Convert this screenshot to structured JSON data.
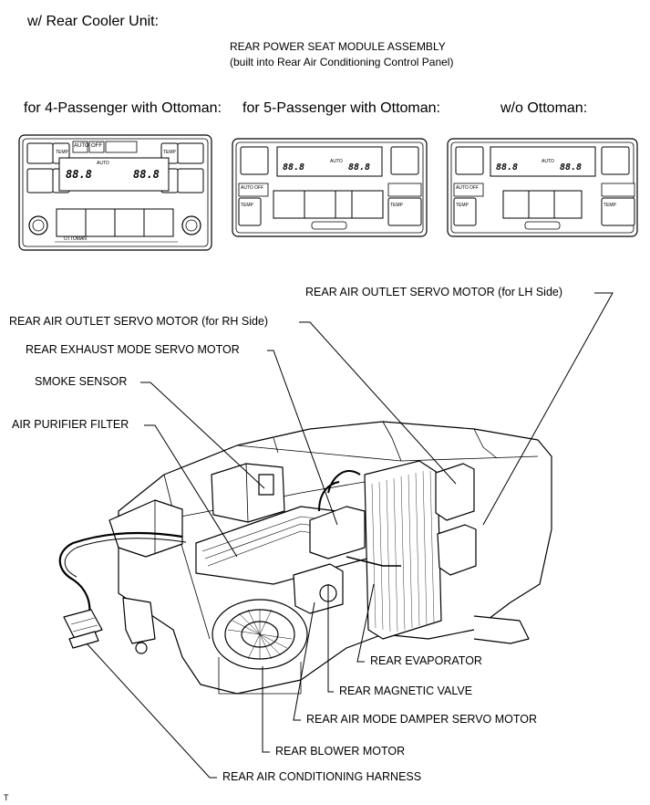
{
  "header": {
    "title": "w/ Rear Cooler Unit:",
    "assembly_name": "REAR POWER SEAT MODULE ASSEMBLY",
    "assembly_note": "(built into Rear Air Conditioning Control Panel)"
  },
  "panels": [
    {
      "caption": "for 4-Passenger with Ottoman:",
      "auto_label": "AUTO",
      "off_label": "OFF",
      "temp_label": "TEMP",
      "ottoman_label": "OTTOMAN",
      "lcd_left": "88.8",
      "lcd_right": "88.8",
      "lcd_auto": "AUTO"
    },
    {
      "caption": "for 5-Passenger with Ottoman:",
      "auto_label": "AUTO",
      "off_label": "OFF",
      "temp_label": "TEMP",
      "lcd_left": "88.8",
      "lcd_right": "88.8",
      "lcd_auto": "AUTO"
    },
    {
      "caption": "w/o Ottoman:",
      "auto_label": "AUTO",
      "off_label": "OFF",
      "temp_label": "TEMP",
      "lcd_left": "88.8",
      "lcd_right": "88.8",
      "lcd_auto": "AUTO"
    }
  ],
  "callouts": {
    "outlet_servo_lh": "REAR AIR OUTLET SERVO MOTOR (for LH Side)",
    "outlet_servo_rh": "REAR AIR OUTLET SERVO MOTOR (for RH Side)",
    "exhaust_servo": "REAR EXHAUST MODE SERVO MOTOR",
    "smoke_sensor": "SMOKE SENSOR",
    "air_filter": "AIR PURIFIER FILTER",
    "evaporator": "REAR EVAPORATOR",
    "magnetic_valve": "REAR MAGNETIC VALVE",
    "mode_damper_servo": "REAR AIR MODE DAMPER SERVO MOTOR",
    "blower_motor": "REAR BLOWER MOTOR",
    "ac_harness": "REAR AIR CONDITIONING HARNESS"
  },
  "footer": {
    "mark": "T"
  }
}
